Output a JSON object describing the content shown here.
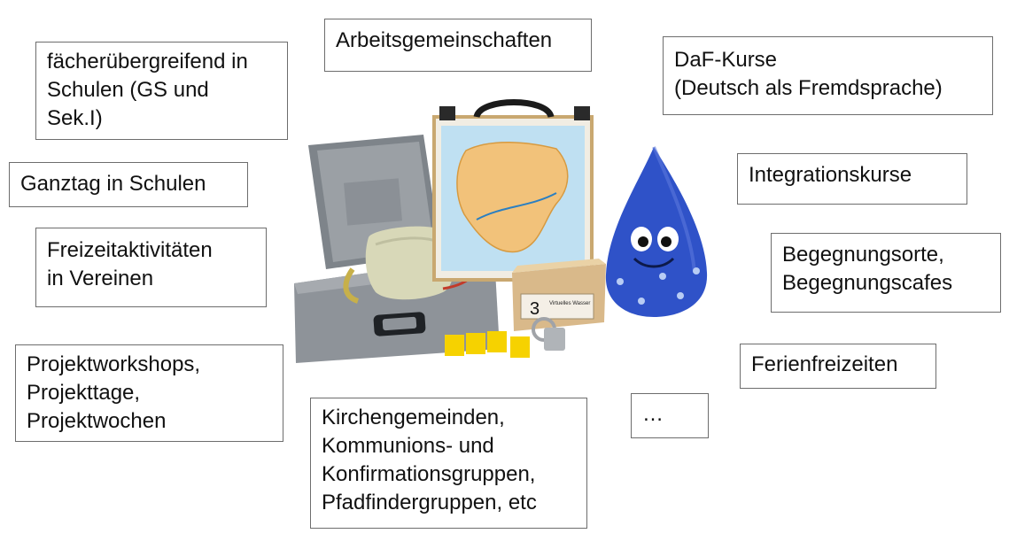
{
  "labels": {
    "subject": {
      "lines": [
        "fächerübergreifend in",
        "Schulen (GS und",
        "Sek.I)"
      ]
    },
    "ag": {
      "lines": [
        "Arbeitsgemeinschaften"
      ]
    },
    "daf": {
      "lines": [
        "DaF-Kurse",
        "(Deutsch als Fremdsprache)"
      ]
    },
    "ganztag": {
      "lines": [
        "Ganztag in Schulen"
      ]
    },
    "integration": {
      "lines": [
        "Integrationskurse"
      ]
    },
    "freizeit": {
      "lines": [
        "Freizeitaktivitäten",
        "in Vereinen"
      ]
    },
    "begegnung": {
      "lines": [
        "Begegnungsorte,",
        "Begegnungscafes"
      ]
    },
    "projekt": {
      "lines": [
        "Projektworkshops,",
        "Projekttage,",
        "Projektwochen"
      ]
    },
    "ferien": {
      "lines": [
        "Ferienfreizeiten"
      ]
    },
    "kirche": {
      "lines": [
        "Kirchengemeinden,",
        "Kommunions- und",
        "Konfirmationsgruppen,",
        "Pfadfindergruppen, etc"
      ]
    },
    "etc": {
      "lines": [
        "…"
      ]
    }
  },
  "photo": {
    "case_color": "#8e9399",
    "board_color": "#bfe0f2",
    "map_color": "#f2c27a",
    "drop_color": "#2f52c8",
    "dice_color": "#f6d200",
    "box_number": "3",
    "box_caption": "Virtuelles Wasser"
  }
}
